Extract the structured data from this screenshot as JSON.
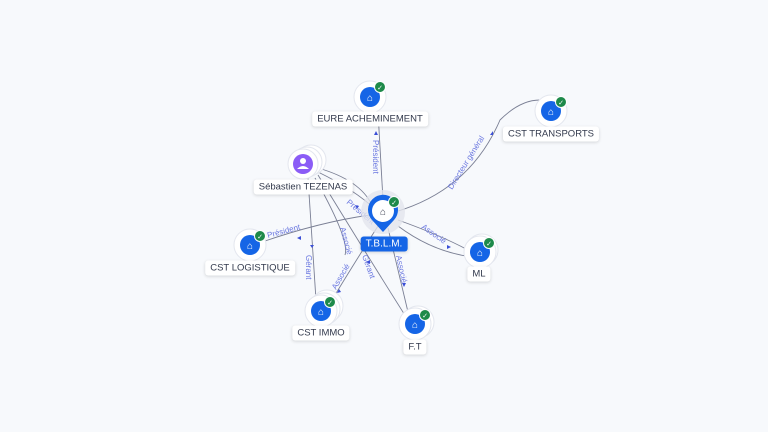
{
  "colors": {
    "company": "#1565e6",
    "person": "#8b5cf6",
    "check": "#1e8a4a",
    "edge_label": "#6b78e0"
  },
  "center": {
    "label": "T.B.L.M.",
    "icon": "company-icon"
  },
  "nodes": [
    {
      "id": "eure",
      "label": "EURE ACHEMINEMENT",
      "type": "company"
    },
    {
      "id": "transports",
      "label": "CST TRANSPORTS",
      "type": "company"
    },
    {
      "id": "sebastien",
      "label": "Sébastien TEZENAS",
      "type": "person"
    },
    {
      "id": "logistique",
      "label": "CST LOGISTIQUE",
      "type": "company"
    },
    {
      "id": "ml",
      "label": "ML",
      "type": "company"
    },
    {
      "id": "immo",
      "label": "CST IMMO",
      "type": "company"
    },
    {
      "id": "ft",
      "label": "F.T",
      "type": "company"
    }
  ],
  "edges": [
    {
      "label": "Président"
    },
    {
      "label": "Directeur général"
    },
    {
      "label": "Associé"
    },
    {
      "label": "Associé"
    },
    {
      "label": "Associé"
    },
    {
      "label": "Président"
    },
    {
      "label": "Gérant"
    },
    {
      "label": "Président"
    },
    {
      "label": "Gérant"
    },
    {
      "label": "Associé"
    }
  ]
}
